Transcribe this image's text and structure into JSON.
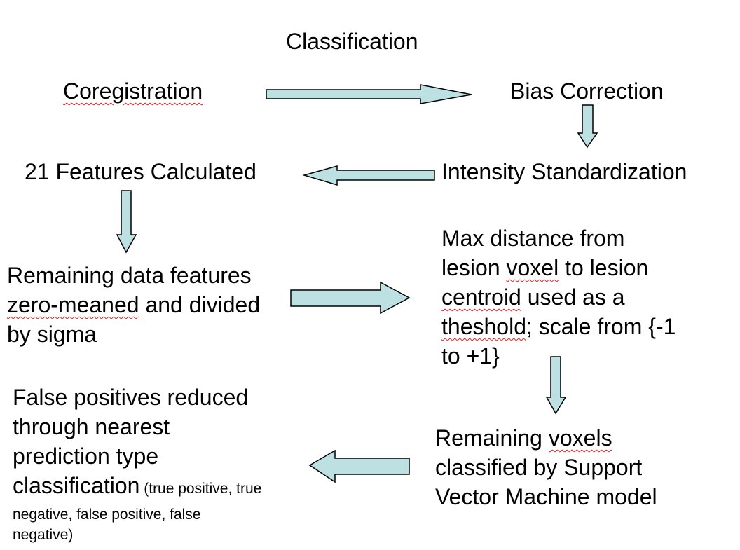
{
  "title": "Classification",
  "nodes": {
    "coregistration": "Coregistration",
    "bias_correction": "Bias Correction",
    "intensity_standardization": "Intensity Standardization",
    "features_calculated": "21 Features Calculated",
    "remaining_data": {
      "line1": "Remaining data features",
      "line2_word": "zero-meaned",
      "line2_rest": " and divided",
      "line3": "by sigma"
    },
    "max_distance": {
      "line1": "Max distance from",
      "line2_a": "lesion ",
      "line2_word": "voxel",
      "line2_b": " to lesion",
      "line3_word": "centroid",
      "line3_rest": " used as a",
      "line4_word": "theshold",
      "line4_rest": "; scale from {-1",
      "line5": "to +1}"
    },
    "svm": {
      "line1_a": "Remaining ",
      "line1_word": "voxels",
      "line2": "classified by Support",
      "line3": "Vector Machine model"
    },
    "false_positives": {
      "line1": "False positives reduced",
      "line2": "through nearest",
      "line3": "prediction type",
      "line4": "classification",
      "line4_small": " (true positive, true",
      "line5": "negative, false positive, false",
      "line6": "negative)"
    }
  },
  "arrows": [
    {
      "from": "coregistration",
      "to": "bias_correction",
      "direction": "right"
    },
    {
      "from": "bias_correction",
      "to": "intensity_standardization",
      "direction": "down"
    },
    {
      "from": "intensity_standardization",
      "to": "features_calculated",
      "direction": "left"
    },
    {
      "from": "features_calculated",
      "to": "remaining_data",
      "direction": "down"
    },
    {
      "from": "remaining_data",
      "to": "max_distance",
      "direction": "right"
    },
    {
      "from": "max_distance",
      "to": "svm",
      "direction": "down"
    },
    {
      "from": "svm",
      "to": "false_positives",
      "direction": "left"
    }
  ],
  "colors": {
    "arrow_fill": "#bde0e3",
    "arrow_stroke": "#000000",
    "text": "#000000",
    "spellcheck_underline": "#e02020"
  }
}
